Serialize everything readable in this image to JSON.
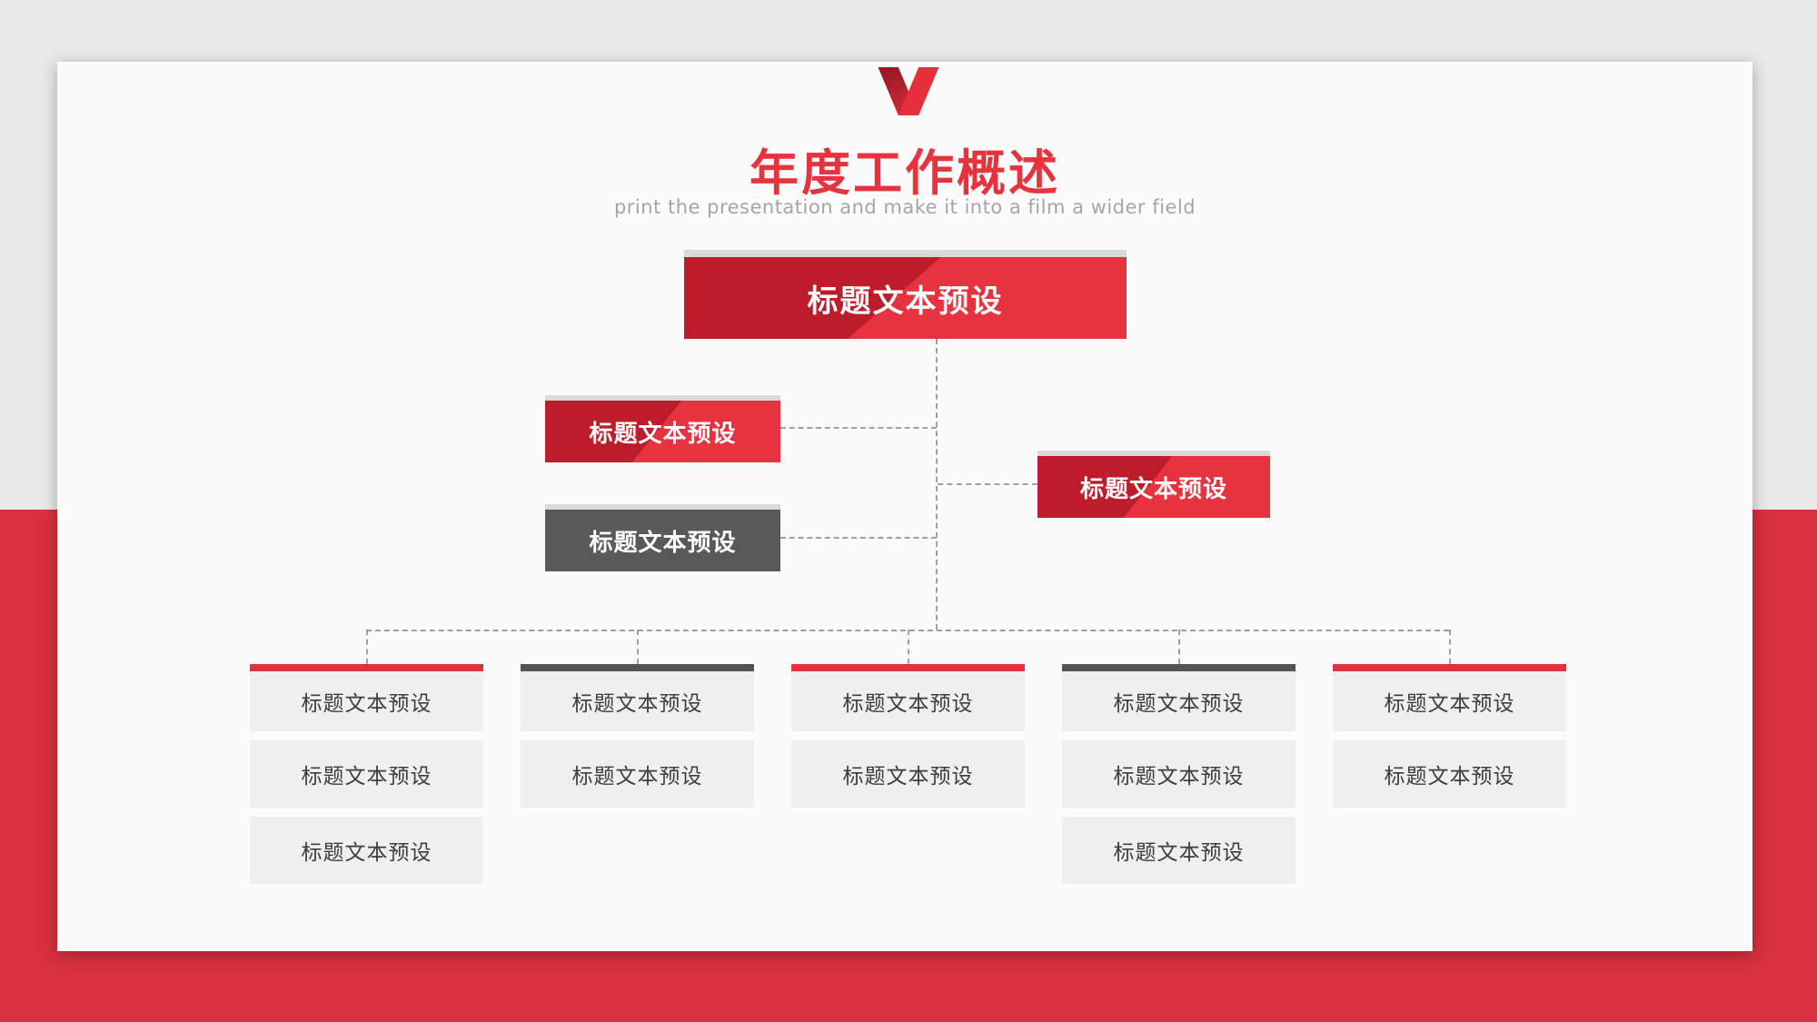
{
  "header": {
    "title": "年度工作概述",
    "subtitle": "print the presentation and make it into a film a wider field",
    "logo_icon": "v-logo"
  },
  "org": {
    "root": {
      "label": "标题文本预设",
      "style": "red"
    },
    "mid_left_top": {
      "label": "标题文本预设",
      "style": "red"
    },
    "mid_left_bottom": {
      "label": "标题文本预设",
      "style": "gray"
    },
    "mid_right": {
      "label": "标题文本预设",
      "style": "red"
    },
    "columns": [
      {
        "bar": "red",
        "items": [
          "标题文本预设",
          "标题文本预设",
          "标题文本预设"
        ]
      },
      {
        "bar": "dark",
        "items": [
          "标题文本预设",
          "标题文本预设"
        ]
      },
      {
        "bar": "red",
        "items": [
          "标题文本预设",
          "标题文本预设"
        ]
      },
      {
        "bar": "dark",
        "items": [
          "标题文本预设",
          "标题文本预设",
          "标题文本预设"
        ]
      },
      {
        "bar": "red",
        "items": [
          "标题文本预设",
          "标题文本预设"
        ]
      }
    ]
  },
  "colors": {
    "background_top": "#e9e9e9",
    "background_bottom_red": "#d8303e",
    "slide": "#fbfbfb",
    "box_dark_red": "#bd1d2a",
    "box_light_red": "#e6333f",
    "box_gray": "#595959",
    "box_top_strip": "#d9d9d9",
    "column_bar_red": "#e0333f",
    "column_bar_dark": "#535356",
    "cell_background": "#efefef",
    "cell_text": "#3d3d3d",
    "title_red": "#e6333e",
    "subtitle_gray": "#a5a5a5",
    "connector_dash": "#a0a0a0"
  }
}
